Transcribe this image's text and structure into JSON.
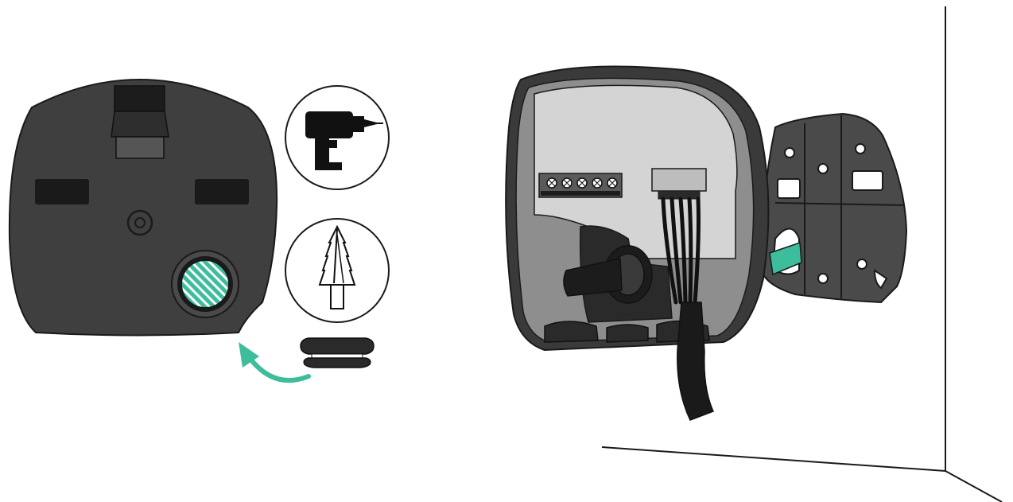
{
  "illustration": {
    "steps": [
      "drill-entry-hole",
      "insert-grommet",
      "route-cable-and-mount"
    ],
    "tools": [
      "drill-icon",
      "step-drill-bit-icon",
      "grommet-icon"
    ],
    "colors": {
      "charger_body": "#3f3f3f",
      "charger_outline": "#1a1a1a",
      "inner_panel": "#d4d4d4",
      "accent": "#3dbd9b",
      "bracket": "#4a4a4a",
      "wall_line": "#1a1a1a",
      "background": "#ffffff"
    }
  }
}
